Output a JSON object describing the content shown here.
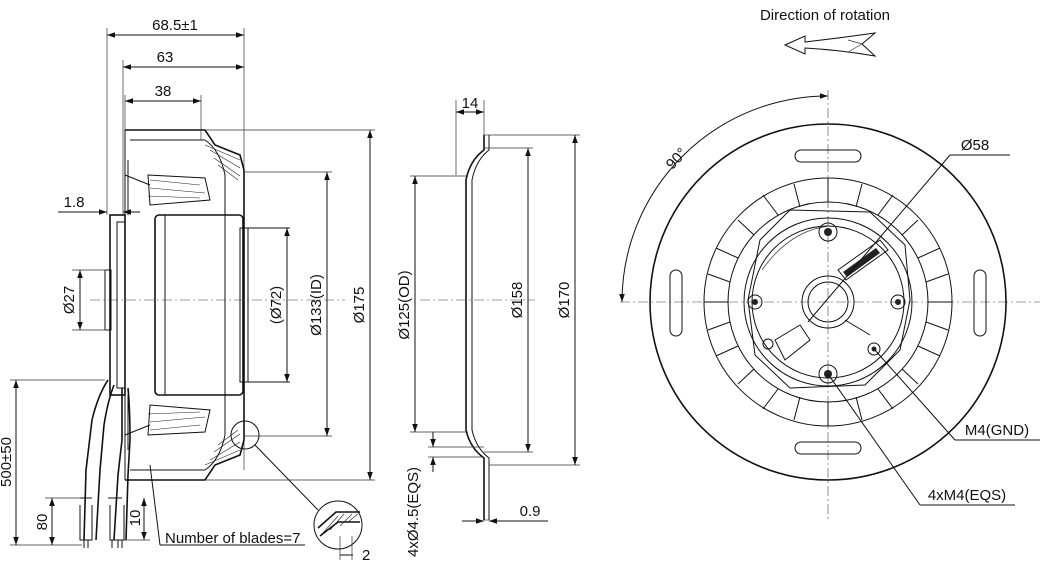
{
  "diagram": {
    "side_view": {
      "dim_total_width": "68.5±1",
      "dim_63": "63",
      "dim_38": "38",
      "dim_1_8": "1.8",
      "dim_27": "Ø27",
      "dim_72": "(Ø72)",
      "dim_133": "Ø133(ID)",
      "dim_175": "Ø175",
      "dim_cable": "500±50",
      "dim_80": "80",
      "dim_10": "10",
      "blades_note": "Number of blades=7",
      "dim_2": "2"
    },
    "flange_view": {
      "dim_14": "14",
      "dim_125": "Ø125(OD)",
      "dim_158": "Ø158",
      "dim_170": "Ø170",
      "dim_holes": "4xØ4.5(EQS)",
      "dim_0_9": "0.9"
    },
    "front_view": {
      "rotation_label": "Direction of rotation",
      "angle_90": "90°",
      "dim_58": "Ø58",
      "gnd_label": "M4(GND)",
      "screws_label": "4xM4(EQS)"
    }
  }
}
